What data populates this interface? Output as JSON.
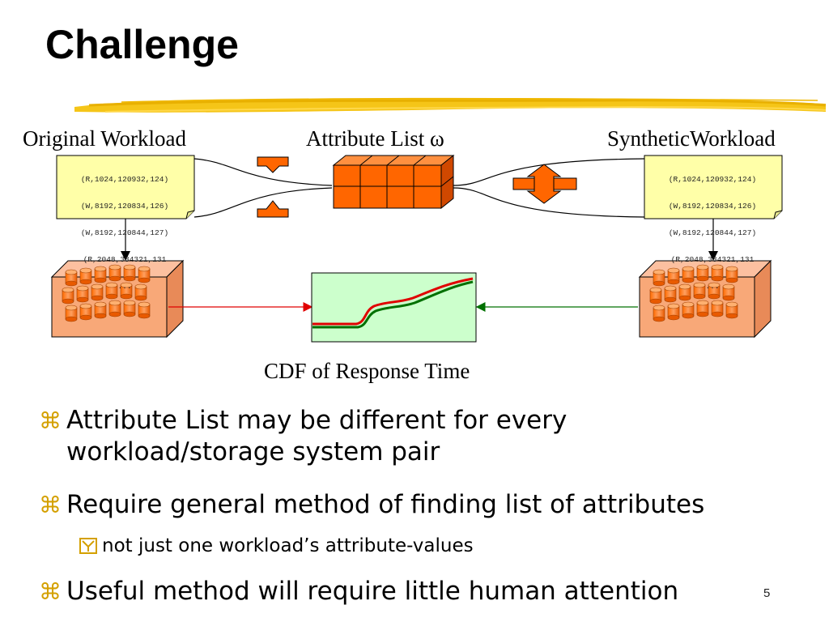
{
  "slide": {
    "title": "Challenge",
    "page_number": "5"
  },
  "diagram": {
    "original_label": "Original Workload",
    "attribute_label": "Attribute List ω",
    "synthetic_label": "SyntheticWorkload",
    "cdf_label": "CDF of Response Time",
    "trace_lines": [
      "(R,1024,120932,124)",
      "(W,8192,120834,126)",
      "(W,8192,120844,127)",
      "(R,2048,334321,131",
      "..."
    ],
    "colors": {
      "orange": "#ff6600",
      "storage_box": "#f8a878",
      "note": "#ffffa8",
      "cdf_bg": "#ccffcc",
      "red_line": "#e00000",
      "green_line": "#007000"
    }
  },
  "bullets": [
    {
      "text": "Attribute List may be different for every workload/storage system pair"
    },
    {
      "text": "Require general method of finding list of attributes",
      "sub": [
        {
          "text": "not just one workload’s attribute-values"
        }
      ]
    },
    {
      "text": "Useful method will require little human attention"
    }
  ],
  "glyphs": {
    "bullet": "⌘"
  }
}
